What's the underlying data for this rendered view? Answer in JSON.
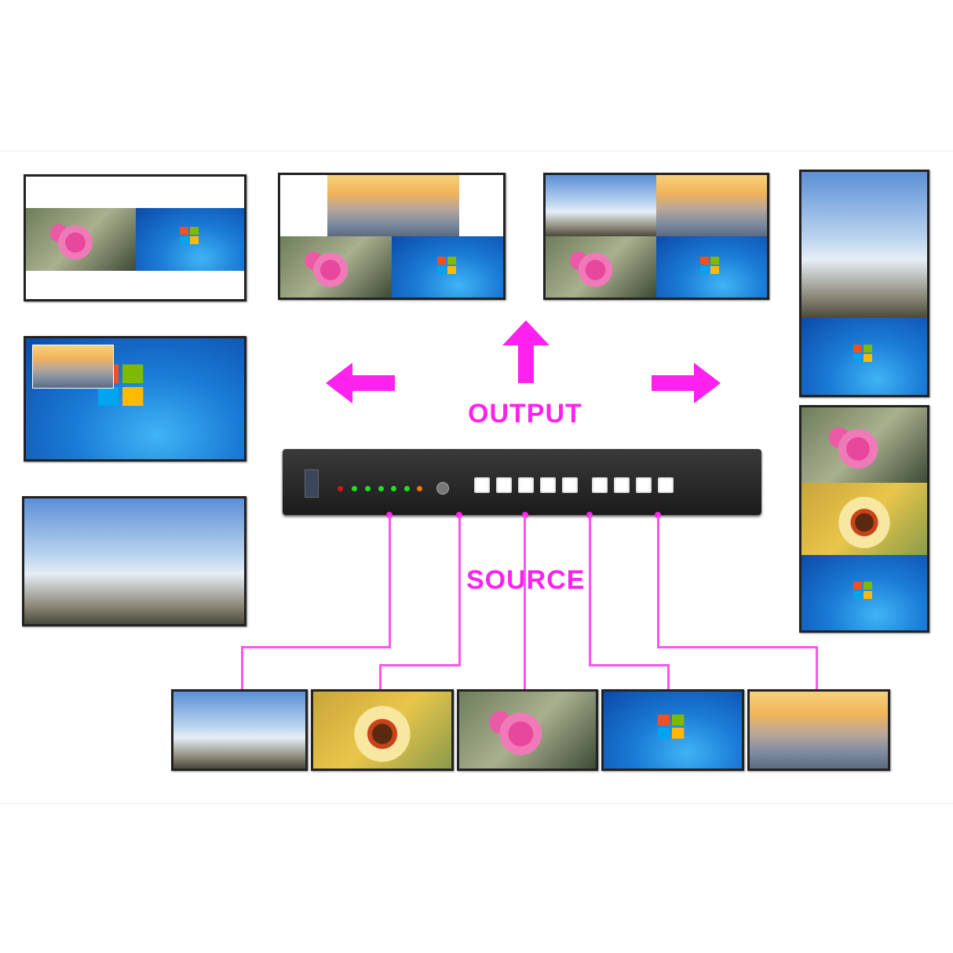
{
  "diagram": {
    "labels": {
      "output": "OUTPUT",
      "source": "SOURCE"
    },
    "colors": {
      "accent": "#ff22ee",
      "connector": "#ff55ee",
      "device_body": "#1f1f1f",
      "led_red": "#e01010",
      "led_green": "#22dd22",
      "led_orange": "#ee7700"
    },
    "device": {
      "name": "multi-viewer video processor",
      "leds": [
        "red",
        "green",
        "green",
        "green",
        "green",
        "green",
        "orange"
      ],
      "input_buttons": 5,
      "function_buttons": 4
    },
    "outputs": [
      {
        "layout": "side-by-side",
        "tiles": [
          "flower",
          "windows"
        ]
      },
      {
        "layout": "three-window",
        "tiles": [
          "sunset",
          "flower",
          "windows"
        ]
      },
      {
        "layout": "quad",
        "tiles": [
          "eiffel",
          "sunset",
          "flower",
          "windows"
        ]
      },
      {
        "layout": "picture-in-picture",
        "tiles": [
          "windows",
          "sunset"
        ]
      },
      {
        "layout": "full-screen",
        "tiles": [
          "eiffel"
        ]
      },
      {
        "layout": "portrait-dual",
        "tiles": [
          "eiffel",
          "windows"
        ]
      },
      {
        "layout": "portrait-triple",
        "tiles": [
          "flower",
          "sunflower",
          "windows"
        ]
      }
    ],
    "sources": [
      "eiffel",
      "sunflower",
      "flower",
      "windows",
      "sunset"
    ]
  }
}
